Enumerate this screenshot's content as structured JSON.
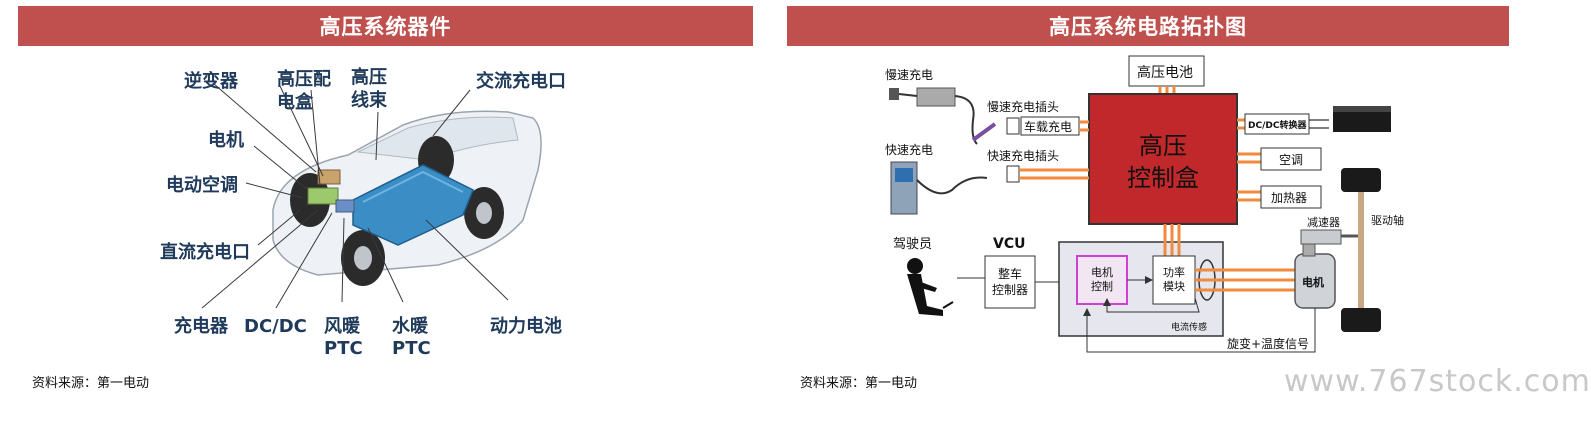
{
  "left_panel": {
    "title": "高压系统器件",
    "labels": {
      "inverter": "逆变器",
      "hv_pdu_1": "高压配",
      "hv_pdu_2": "电盒",
      "hv_harness_1": "高压",
      "hv_harness_2": "线束",
      "ac_port": "交流充电口",
      "motor": "电机",
      "e_ac": "电动空调",
      "dc_port": "直流充电口",
      "charger": "充电器",
      "dcdc": "DC/DC",
      "air_ptc_1": "风暖",
      "air_ptc_2": "PTC",
      "water_ptc_1": "水暖",
      "water_ptc_2": "PTC",
      "battery": "动力电池"
    },
    "source": "资料来源：第一电动"
  },
  "right_panel": {
    "title": "高压系统电路拓扑图",
    "labels": {
      "hv_battery": "高压电池",
      "slow_charge": "慢速充电",
      "slow_plug": "慢速充电插头",
      "onboard_charger": "车载充电",
      "fast_charge": "快速充电",
      "fast_plug": "快速充电插头",
      "control_box_1": "高压",
      "control_box_2": "控制盒",
      "dcdc_converter": "DC/DC转换器",
      "ac": "空调",
      "heater": "加热器",
      "reducer": "减速器",
      "drive_shaft": "驱动轴",
      "driver": "驾驶员",
      "vcu": "VCU",
      "vehicle_controller_1": "整车",
      "vehicle_controller_2": "控制器",
      "motor_control_1": "电机",
      "motor_control_2": "控制",
      "power_module_1": "功率",
      "power_module_2": "模块",
      "current_sensor": "电流传感",
      "motor": "电机",
      "resolver_signal": "旋变+温度信号"
    },
    "source": "资料来源：第一电动"
  },
  "watermark": "www.767stock.com",
  "colors": {
    "header_bg": "#c0504d",
    "control_box": "#c0282b",
    "wire": "#f08a3c",
    "battery_pack": "#3a8dc5",
    "label_text": "#1f3a5a"
  }
}
